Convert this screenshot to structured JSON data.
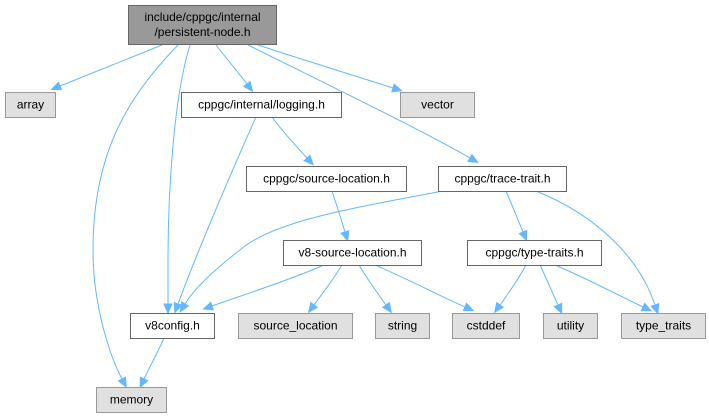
{
  "diagram": {
    "type": "include-dependency-graph",
    "edge_color": "#63b8ff",
    "node_styles": {
      "root": {
        "fill": "#999999",
        "stroke": "#666666"
      },
      "file": {
        "fill": "#ffffff",
        "stroke": "#666666"
      },
      "system": {
        "fill": "#e0e0e0",
        "stroke": "#999999"
      }
    },
    "nodes": [
      {
        "id": "root",
        "lines": [
          "include/cppgc/internal",
          "/persistent-node.h"
        ],
        "kind": "root"
      },
      {
        "id": "array",
        "lines": [
          "array"
        ],
        "kind": "system"
      },
      {
        "id": "logging",
        "lines": [
          "cppgc/internal/logging.h"
        ],
        "kind": "file"
      },
      {
        "id": "vector",
        "lines": [
          "vector"
        ],
        "kind": "system"
      },
      {
        "id": "source_location_h",
        "lines": [
          "cppgc/source-location.h"
        ],
        "kind": "file"
      },
      {
        "id": "trace_trait",
        "lines": [
          "cppgc/trace-trait.h"
        ],
        "kind": "file"
      },
      {
        "id": "v8_source_location",
        "lines": [
          "v8-source-location.h"
        ],
        "kind": "file"
      },
      {
        "id": "type_traits_h",
        "lines": [
          "cppgc/type-traits.h"
        ],
        "kind": "file"
      },
      {
        "id": "v8config",
        "lines": [
          "v8config.h"
        ],
        "kind": "file"
      },
      {
        "id": "source_location",
        "lines": [
          "source_location"
        ],
        "kind": "system"
      },
      {
        "id": "string",
        "lines": [
          "string"
        ],
        "kind": "system"
      },
      {
        "id": "cstddef",
        "lines": [
          "cstddef"
        ],
        "kind": "system"
      },
      {
        "id": "utility",
        "lines": [
          "utility"
        ],
        "kind": "system"
      },
      {
        "id": "type_traits",
        "lines": [
          "type_traits"
        ],
        "kind": "system"
      },
      {
        "id": "memory",
        "lines": [
          "memory"
        ],
        "kind": "system"
      }
    ],
    "edges": [
      {
        "from": "root",
        "to": "array"
      },
      {
        "from": "root",
        "to": "logging"
      },
      {
        "from": "root",
        "to": "vector"
      },
      {
        "from": "root",
        "to": "trace_trait"
      },
      {
        "from": "root",
        "to": "v8config"
      },
      {
        "from": "root",
        "to": "memory"
      },
      {
        "from": "logging",
        "to": "source_location_h"
      },
      {
        "from": "logging",
        "to": "v8config"
      },
      {
        "from": "source_location_h",
        "to": "v8_source_location"
      },
      {
        "from": "trace_trait",
        "to": "v8config"
      },
      {
        "from": "trace_trait",
        "to": "type_traits_h"
      },
      {
        "from": "trace_trait",
        "to": "type_traits"
      },
      {
        "from": "v8_source_location",
        "to": "v8config"
      },
      {
        "from": "v8_source_location",
        "to": "source_location"
      },
      {
        "from": "v8_source_location",
        "to": "string"
      },
      {
        "from": "v8_source_location",
        "to": "cstddef"
      },
      {
        "from": "type_traits_h",
        "to": "cstddef"
      },
      {
        "from": "type_traits_h",
        "to": "utility"
      },
      {
        "from": "type_traits_h",
        "to": "type_traits"
      },
      {
        "from": "v8config",
        "to": "memory"
      }
    ]
  }
}
